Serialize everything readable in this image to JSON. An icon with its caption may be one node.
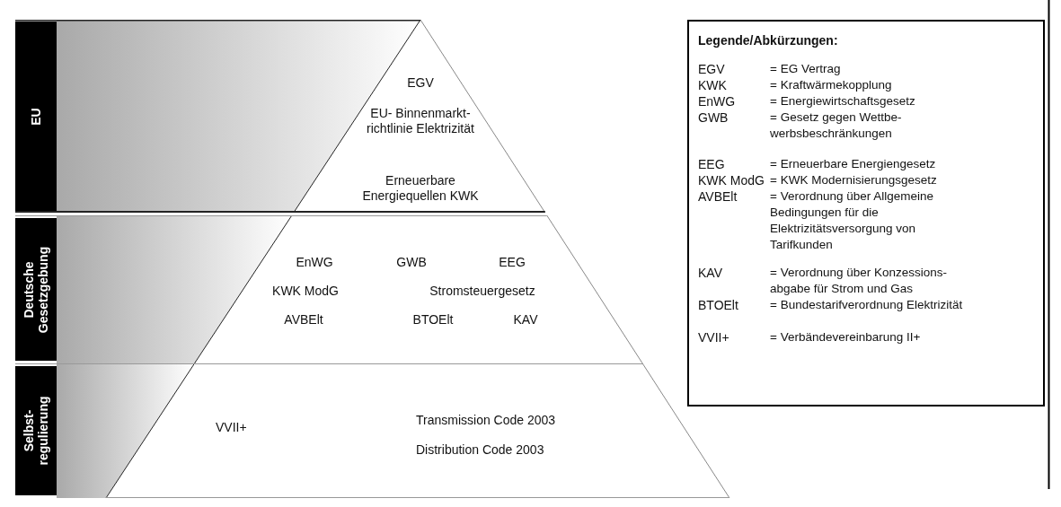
{
  "diagram": {
    "nodes": [
      {
        "text": [
          "EU",
          "EGV",
          "EU- Binnenmarkt- richtlinie Elektrizität",
          "Erneuerbare Energiequellen KWK"
        ]
      },
      {
        "text": [
          "Deutsche Gesetzgebung",
          "EnWG",
          "GWB",
          "EEG",
          "KWK ModG",
          "Stromsteuergesetz",
          "AVBElt",
          "BTOElt",
          "KAV"
        ]
      },
      {
        "text": [
          "Selbst- regulierung",
          "VVII+",
          "Transmission Code 2003",
          "Distribution Code 2003"
        ]
      },
      {
        "text": [
          "Legende/Abkürzungen:",
          "EGV",
          "= EG Vertrag",
          "KWK",
          "= Kraftwärmekopplung",
          "EnWG",
          "= Energiewirtschaftsgesetz",
          "GWB",
          "= Gesetz gegen Wettbe- werbsbeschränkungen",
          "EEG",
          "= Erneuerbare Energiengesetz",
          "KWK ModG",
          "= KWK Modernisierungsgesetz",
          "AVBElt",
          "= Verordnung über Allgemeine Bedingungen für die Elektrizitätsversorgung von Tarifkunden",
          "KAV",
          "= Verordnung über Konzessions- abgabe für Strom und Gas",
          "BTOElt",
          "= Bundestarifverordnung Elektrizität",
          "VVII+",
          "= Verbändevereinbarung II+"
        ]
      }
    ],
    "edges": []
  }
}
